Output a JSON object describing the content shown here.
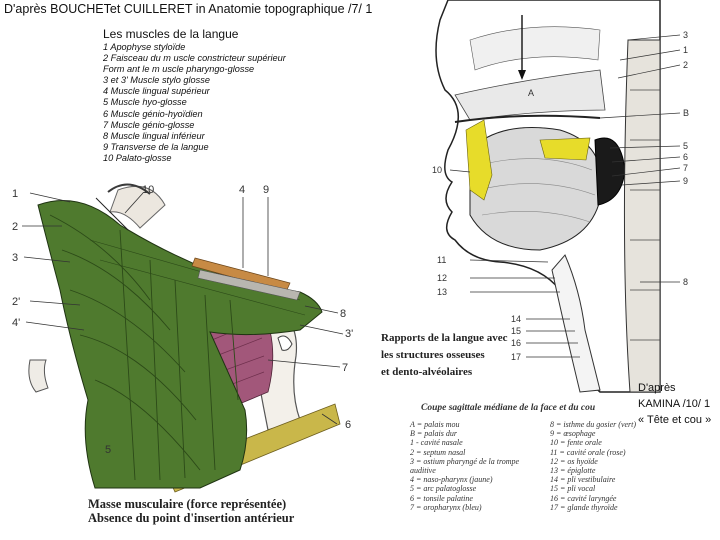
{
  "header": {
    "source": "D'après BOUCHETet CUILLERET in Anatomie topographique /7/ 1"
  },
  "muscle_list": {
    "title": "Les muscles de la langue",
    "items": [
      "1 Apophyse styloïde",
      "2 Faisceau du m uscle constricteur supérieur",
      "Form ant le m uscle pharyngo-glosse",
      "3 et 3' Muscle stylo glosse",
      "4 Muscle lingual supérieur",
      "5 Muscle hyo-glosse",
      "6 Muscle génio-hyoïdien",
      "7 Muscle génio-glosse",
      "8 Muscle lingual inférieur",
      "9 Transverse de la langue",
      "10 Palato-glosse"
    ]
  },
  "left_figure": {
    "caption_line1": "Masse musculaire (force représentée)",
    "caption_line2": "Absence du point d'insertion antérieur",
    "labels": {
      "l1": "1",
      "l10": "10",
      "l4": "4",
      "l9": "9",
      "l2": "2",
      "l3": "3",
      "l2p": "2'",
      "l4p": "4'",
      "l8": "8",
      "l3p": "3'",
      "l7": "7",
      "l6": "6",
      "l5": "5"
    },
    "colors": {
      "muscle_green": "#4f7a2e",
      "muscle_purple": "#a2577a",
      "muscle_yellow": "#c9b74a",
      "bone": "#f1eee8"
    }
  },
  "right_figure": {
    "caption_line1": "Rapports de la langue avec",
    "caption_line2": "les structures osseuses",
    "caption_line3": "et dento-alvéolaires",
    "legend_title": "Coupe sagittale médiane de la face et du cou",
    "legend_col1": [
      "A = palais mou",
      "B = palais dur",
      "1 - cavité nasale",
      "2 = septum nasal",
      "3 = ostium pharyngé de la trompe",
      "auditive",
      "4 = naso-pharynx (jaune)",
      "5 = arc palatoglosse",
      "6 = tonsile palatine",
      "7 = oropharynx (bleu)"
    ],
    "legend_col2": [
      "8 = isthme du gosier (vert)",
      "9 = œsophage",
      "10 = fente orale",
      "11 = cavité orale (rose)",
      "12 = os hyoïde",
      "13 = épiglotte",
      "14 = pli vestibulaire",
      "15 = pli vocal",
      "16 = cavité laryngée",
      "17 = glande thyroïde"
    ],
    "labels": {
      "r3": "3",
      "r1": "1",
      "r2": "2",
      "rA": "A",
      "rB": "B",
      "r10": "10",
      "r5": "5",
      "r6": "6",
      "r7": "7",
      "r9": "9",
      "r8": "8",
      "r11": "11",
      "r12": "12",
      "r13": "13",
      "r14": "14",
      "r15": "15",
      "r16": "16",
      "r17": "17"
    },
    "colors": {
      "yellow": "#e7dc2a",
      "dark": "#1a1a1a",
      "tongue": "#d9d9d9"
    }
  },
  "credit": {
    "line1": "D'après",
    "line2": "KAMINA /10/ 1",
    "line3": "« Tête et cou »"
  }
}
